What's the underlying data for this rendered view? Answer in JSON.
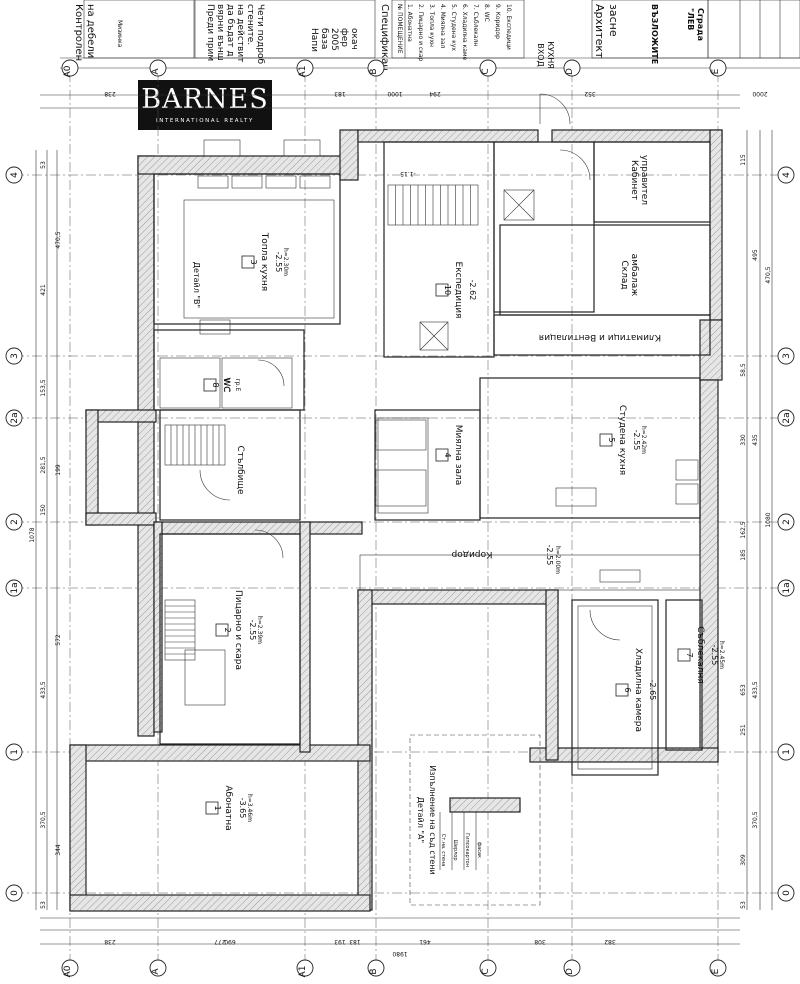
{
  "logo": {
    "name": "BARNES",
    "tagline": "INTERNATIONAL REALTY"
  },
  "axes": {
    "columns": [
      "A0",
      "A",
      "A1",
      "B",
      "C",
      "D",
      "E"
    ],
    "rows": [
      "4",
      "3",
      "2a",
      "2",
      "1a",
      "1",
      "0"
    ]
  },
  "rooms": [
    {
      "num": "1",
      "name": "Абонатна",
      "level": "-3.65",
      "height": "h=3.46m"
    },
    {
      "num": "2",
      "name": "Пицарно и скара",
      "level": "-2.55",
      "height": "h=2.39m"
    },
    {
      "num": "3",
      "name": "Топла кухня",
      "level": "-2.55",
      "height": "h=2.30m"
    },
    {
      "num": "4",
      "name": "Миялна зала",
      "level": "",
      "height": ""
    },
    {
      "num": "5",
      "name": "Студена кухня",
      "level": "-2.55",
      "height": "h=2.42m"
    },
    {
      "num": "6",
      "name": "Хладилна камера",
      "level": "-2.65",
      "height": ""
    },
    {
      "num": "7",
      "name": "Съблекалня",
      "level": "-2.55",
      "height": "h=2.45m"
    },
    {
      "num": "8",
      "name": "WC",
      "level": "",
      "height": ""
    },
    {
      "num": "10",
      "name": "Експедиция",
      "level": "-2.62",
      "height": ""
    }
  ],
  "labels": {
    "entrance": [
      "ВХОД",
      "КУХНЯ"
    ],
    "stairs": "Стълбище",
    "corridor": "Коридор",
    "ventilation": "Климатици и Вентилация",
    "office": [
      "Кабинет",
      "управител"
    ],
    "storage": [
      "Склад",
      "амбалаж"
    ],
    "detail_a": [
      "Детайл \"А\"",
      "Изпълнение на съд стени"
    ],
    "detail_b": "Детайл \"В\"",
    "level_main": "-1.15",
    "corridor_level": "-2.55",
    "corridor_height": "h=2.00m",
    "wc_text": "WC",
    "shower": "гр.Е",
    "fasade": "фасак",
    "detail_a_notes": [
      "Ст.на. стена",
      "Шерлор",
      "Гипсокартон",
      "фасак"
    ]
  },
  "title_block": {
    "left_note_lines": [
      "Контролен",
      "на дебели"
    ],
    "spec_title": "Спецификац",
    "spec_header": "№ ПОМЕЩЕНИЕ",
    "spec_items": [
      "1. Абонатна",
      "2. Пицарно и скар",
      "3. Топла кухн",
      "4. Миялна зал",
      "5. Студена кух",
      "6. Хладилна каме",
      "7. Съблекалн",
      "8. WC",
      "9. Коридор",
      "10. Експедици"
    ],
    "arch_lines": [
      "Архитект",
      "засне"
    ],
    "client_lines": [
      "ВЪЗЛОЖИТЕ"
    ],
    "note_lines": [
      "Напи",
      "база",
      "2005",
      "фер",
      "окач"
    ],
    "pre_note_lines": [
      "Преди прим",
      "вярни външ",
      "да бъдат д",
      "на действит",
      "стените.",
      "Чети подроб"
    ],
    "stamp_lines": [
      "\"ЛЕВ",
      "Сграда"
    ],
    "mizonka": "Мизинка"
  },
  "dimensions": {
    "top": [
      "238",
      "183",
      "1000",
      "294",
      "352",
      "2000"
    ],
    "bottom": [
      "238",
      "277",
      "690",
      "193",
      "183",
      "461",
      "308",
      "382",
      "1980"
    ],
    "left": [
      "53",
      "470,5",
      "421",
      "153,5",
      "281,5",
      "199",
      "150",
      "433,5",
      "572",
      "1078",
      "370,5",
      "344",
      "53"
    ],
    "right": [
      "115",
      "495",
      "470,5",
      "58,5",
      "435",
      "330",
      "162,5",
      "1080",
      "185",
      "433,5",
      "653",
      "251",
      "370,5",
      "309",
      "53"
    ]
  }
}
